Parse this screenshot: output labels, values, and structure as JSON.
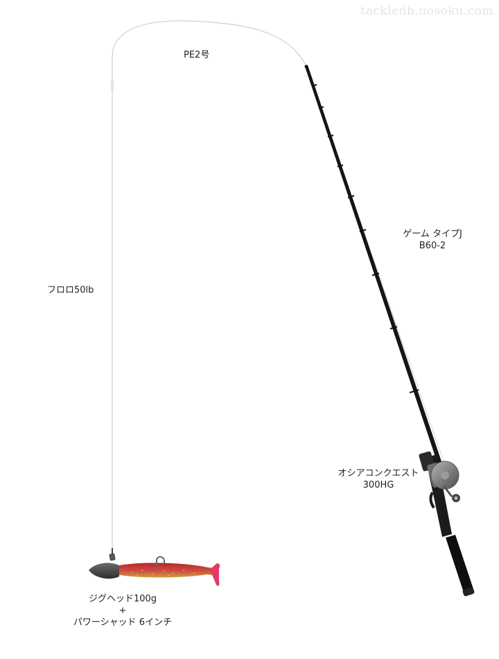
{
  "watermark": "tackledb.uosoku.com",
  "labels": {
    "main_line": "PE2号",
    "leader": "フロロ50lb",
    "rod_line1": "ゲーム タイプJ",
    "rod_line2": "B60-2",
    "reel_line1": "オシアコンクエスト",
    "reel_line2": "300HG",
    "lure_line1": "ジグヘッド100g",
    "lure_line2": "+",
    "lure_line3": "パワーシャッド 6インチ"
  },
  "colors": {
    "rod_blank": "#151515",
    "line": "#c8c8c8",
    "lure_body": "#c83a3a",
    "lure_tail": "#e8336a",
    "jighead": "#4a4a4a",
    "reel": "#7a7a7a"
  }
}
